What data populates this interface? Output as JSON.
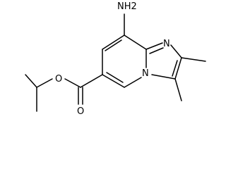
{
  "structure": {
    "atom_labels": {
      "amino": "NH2",
      "ring_nitrogen": "N",
      "bridgehead_nitrogen": "N",
      "ester_oxygen": "O",
      "carbonyl_oxygen": "O"
    }
  },
  "colors": {
    "bond": "#000000",
    "background": "#ffffff"
  }
}
